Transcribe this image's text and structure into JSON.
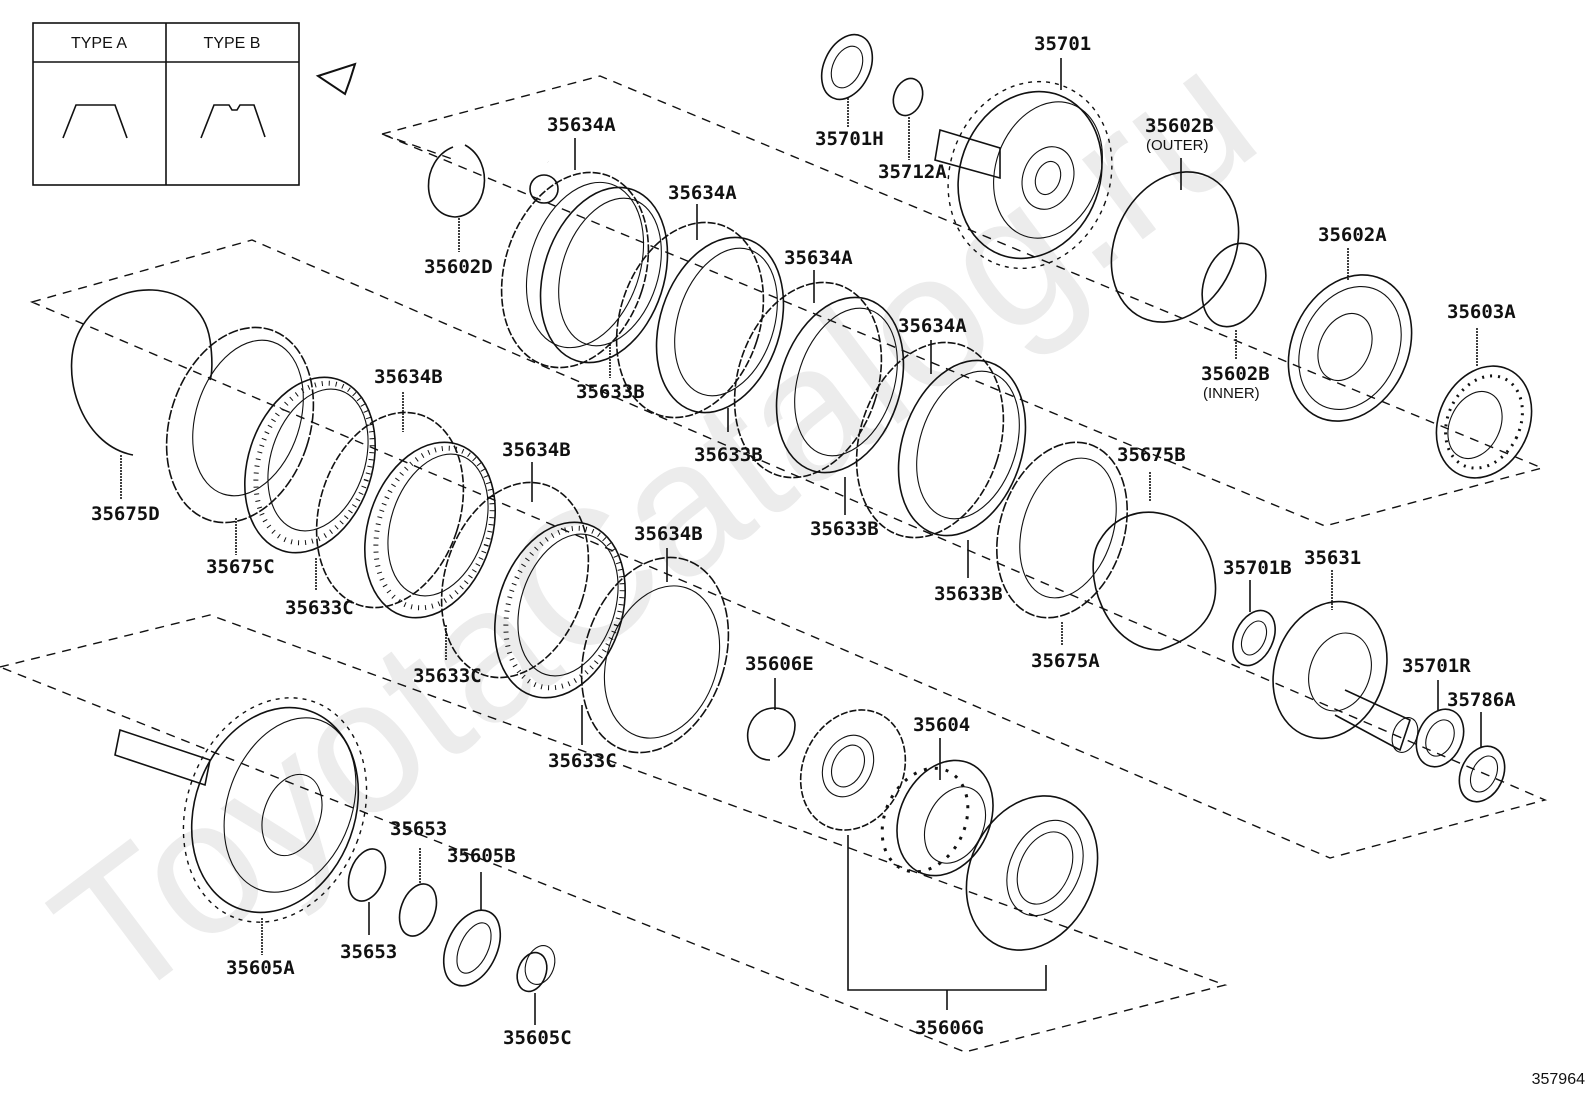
{
  "diagram": {
    "title": "Automatic transmission clutch exploded parts diagram",
    "watermark": "ToyotaCatalog.ru",
    "reference_number": "357964",
    "type_table": {
      "headers": [
        "TYPE A",
        "TYPE B"
      ]
    },
    "parts": {
      "p35701": "35701",
      "p35701H": "35701H",
      "p35712A": "35712A",
      "p35602B_outer": "35602B",
      "p35602B_outer_note": "(OUTER)",
      "p35602B_inner": "35602B",
      "p35602B_inner_note": "(INNER)",
      "p35602A": "35602A",
      "p35603A": "35603A",
      "p35602D": "35602D",
      "p35634A_1": "35634A",
      "p35634A_2": "35634A",
      "p35634A_3": "35634A",
      "p35634A_4": "35634A",
      "p35633B_1": "35633B",
      "p35633B_2": "35633B",
      "p35633B_3": "35633B",
      "p35633B_4": "35633B",
      "p35675B": "35675B",
      "p35675A": "35675A",
      "p35701B": "35701B",
      "p35631": "35631",
      "p35701R": "35701R",
      "p35786A": "35786A",
      "p35675D": "35675D",
      "p35675C": "35675C",
      "p35634B_1": "35634B",
      "p35634B_2": "35634B",
      "p35634B_3": "35634B",
      "p35633C_1": "35633C",
      "p35633C_2": "35633C",
      "p35633C_3": "35633C",
      "p35606E": "35606E",
      "p35604": "35604",
      "p35606G": "35606G",
      "p35605A": "35605A",
      "p35653_1": "35653",
      "p35653_2": "35653",
      "p35605B": "35605B",
      "p35605C": "35605C"
    }
  }
}
